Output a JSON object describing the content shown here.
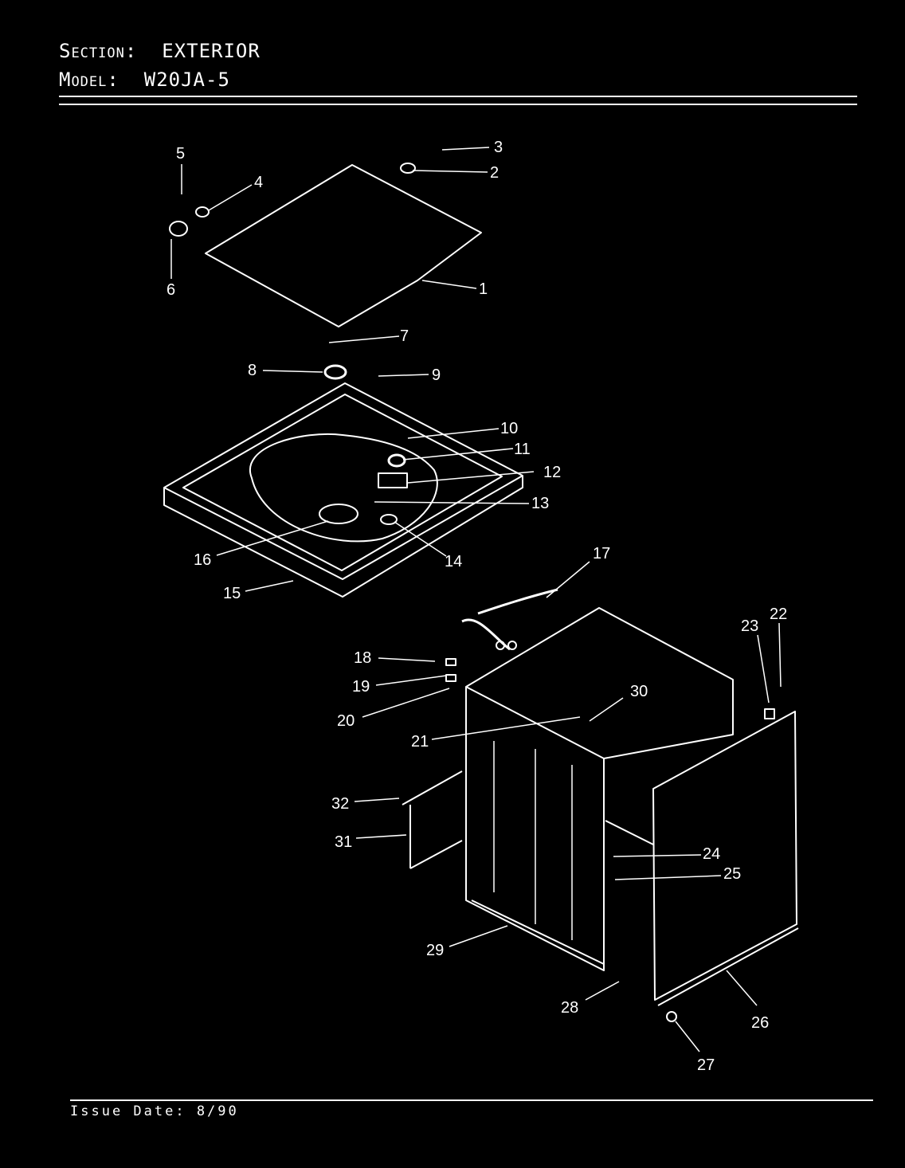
{
  "header": {
    "section_label": "Section:",
    "section_value": "EXTERIOR",
    "model_label": "Model:",
    "model_value": "W20JA-5"
  },
  "footer": {
    "issue_date": "Issue Date: 8/90"
  },
  "parts": [
    {
      "number": "1"
    },
    {
      "number": "2"
    },
    {
      "number": "3"
    },
    {
      "number": "4"
    },
    {
      "number": "5"
    },
    {
      "number": "6"
    },
    {
      "number": "7"
    },
    {
      "number": "8"
    },
    {
      "number": "9"
    },
    {
      "number": "10"
    },
    {
      "number": "11"
    },
    {
      "number": "12"
    },
    {
      "number": "13"
    },
    {
      "number": "14"
    },
    {
      "number": "15"
    },
    {
      "number": "16"
    },
    {
      "number": "17"
    },
    {
      "number": "18"
    },
    {
      "number": "19"
    },
    {
      "number": "20"
    },
    {
      "number": "21"
    },
    {
      "number": "22"
    },
    {
      "number": "23"
    },
    {
      "number": "24"
    },
    {
      "number": "25"
    },
    {
      "number": "26"
    },
    {
      "number": "27"
    },
    {
      "number": "28"
    },
    {
      "number": "29"
    },
    {
      "number": "30"
    },
    {
      "number": "31"
    },
    {
      "number": "32"
    }
  ],
  "colors": {
    "background": "#000000",
    "ink": "#ffffff"
  }
}
